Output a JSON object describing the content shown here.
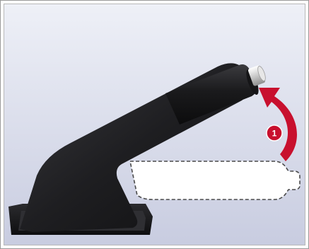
{
  "illustration": {
    "step_label": "1",
    "colors": {
      "background_top": "#eceef6",
      "background_bottom": "#c9cde1",
      "lever": "#1c1c1e",
      "arrow": "#c8102e",
      "badge": "#c8102e",
      "grip_metal": "#d9d9d9",
      "released_outline": "#555555"
    },
    "icons": {
      "lever": "handbrake-lever",
      "arrow": "curved-up-arrow",
      "released_position": "dashed-lever-outline"
    }
  }
}
